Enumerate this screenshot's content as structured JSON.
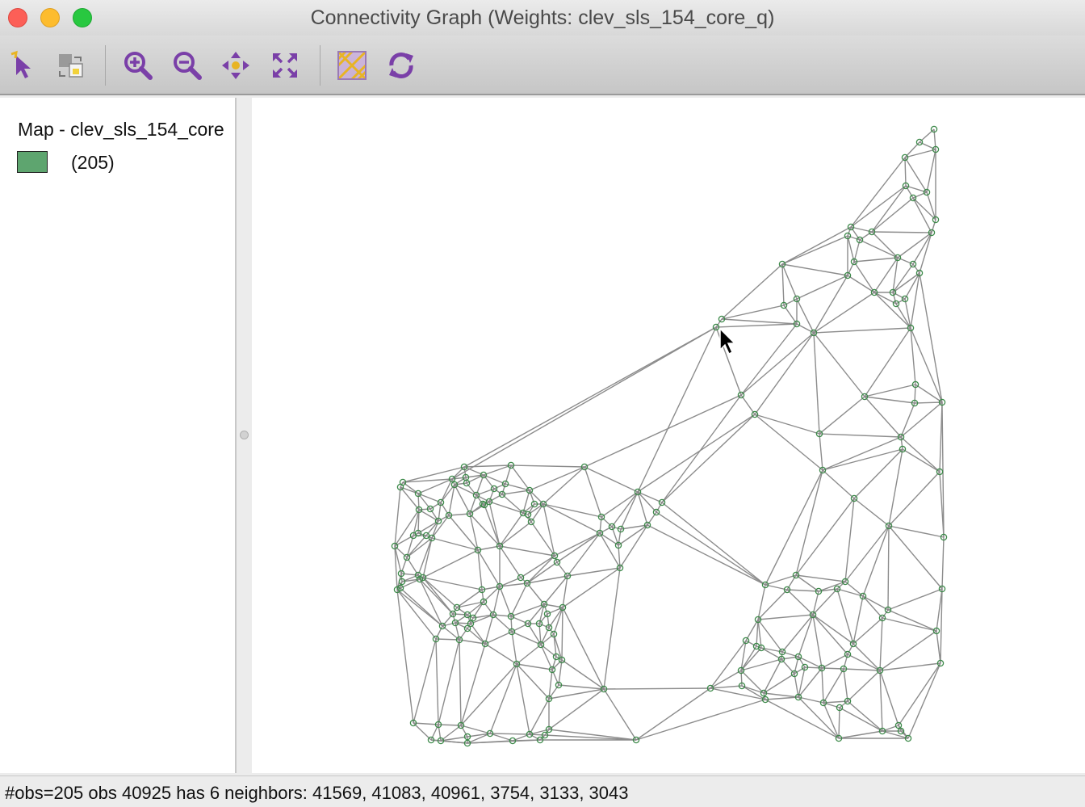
{
  "window": {
    "title": "Connectivity Graph (Weights: clev_sls_154_core_q)"
  },
  "toolbar": {
    "tools": [
      {
        "name": "select-tool",
        "icon": "arrow-cursor-icon"
      },
      {
        "name": "selection-mode-tool",
        "icon": "selection-toggle-icon"
      },
      {
        "name": "zoom-in-tool",
        "icon": "magnifier-plus-icon"
      },
      {
        "name": "zoom-out-tool",
        "icon": "magnifier-minus-icon"
      },
      {
        "name": "pan-tool",
        "icon": "four-way-arrows-icon"
      },
      {
        "name": "fit-to-window-tool",
        "icon": "expand-arrows-icon"
      },
      {
        "name": "map-options-tool",
        "icon": "map-grid-icon"
      },
      {
        "name": "refresh-tool",
        "icon": "refresh-arrows-icon"
      }
    ]
  },
  "legend": {
    "title": "Map - clev_sls_154_core",
    "items": [
      {
        "color": "#5ea56f",
        "label": "(205)"
      }
    ]
  },
  "status": {
    "text": "#obs=205 obs 40925 has 6 neighbors: 41569, 41083, 40961, 3754, 3133, 3043"
  },
  "colors": {
    "node": "#3d8a4a",
    "edge": "#8c8c8c",
    "accent": "#7a3fa8"
  }
}
